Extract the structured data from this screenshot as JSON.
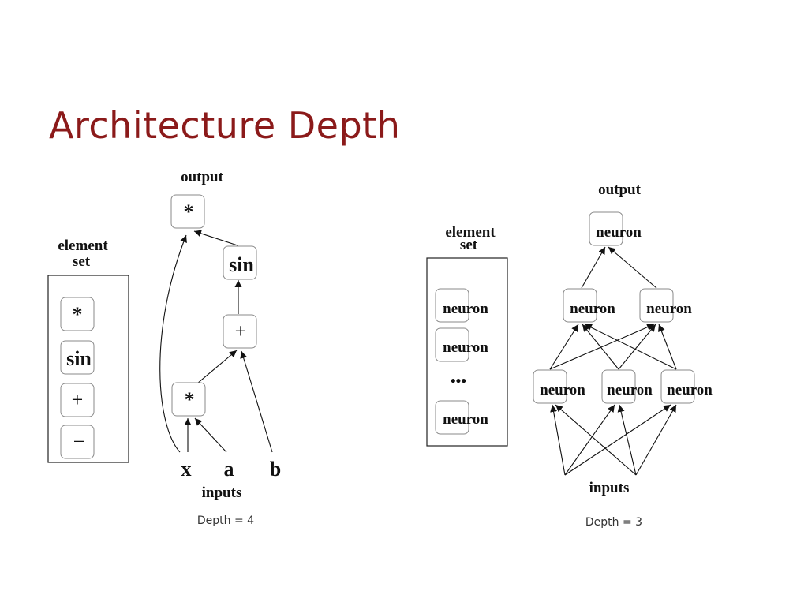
{
  "title": "Architecture Depth",
  "left_diagram": {
    "output_label": "output",
    "element_set_label_line1": "element",
    "element_set_label_line2": "set",
    "element_set": [
      "*",
      "sin",
      "+",
      "−"
    ],
    "nodes": {
      "top_mul": "*",
      "sin": "sin",
      "plus": "+",
      "mid_mul": "*"
    },
    "inputs": [
      "x",
      "a",
      "b"
    ],
    "inputs_label": "inputs",
    "caption": "Depth = 4"
  },
  "right_diagram": {
    "output_label": "output",
    "element_set_label_line1": "element",
    "element_set_label_line2": "set",
    "element_set": [
      "neuron",
      "neuron",
      "•••",
      "neuron"
    ],
    "output_node": "neuron",
    "hidden2": [
      "neuron",
      "neuron"
    ],
    "hidden1": [
      "neuron",
      "neuron",
      "neuron"
    ],
    "inputs_label": "inputs",
    "caption": "Depth = 3"
  }
}
